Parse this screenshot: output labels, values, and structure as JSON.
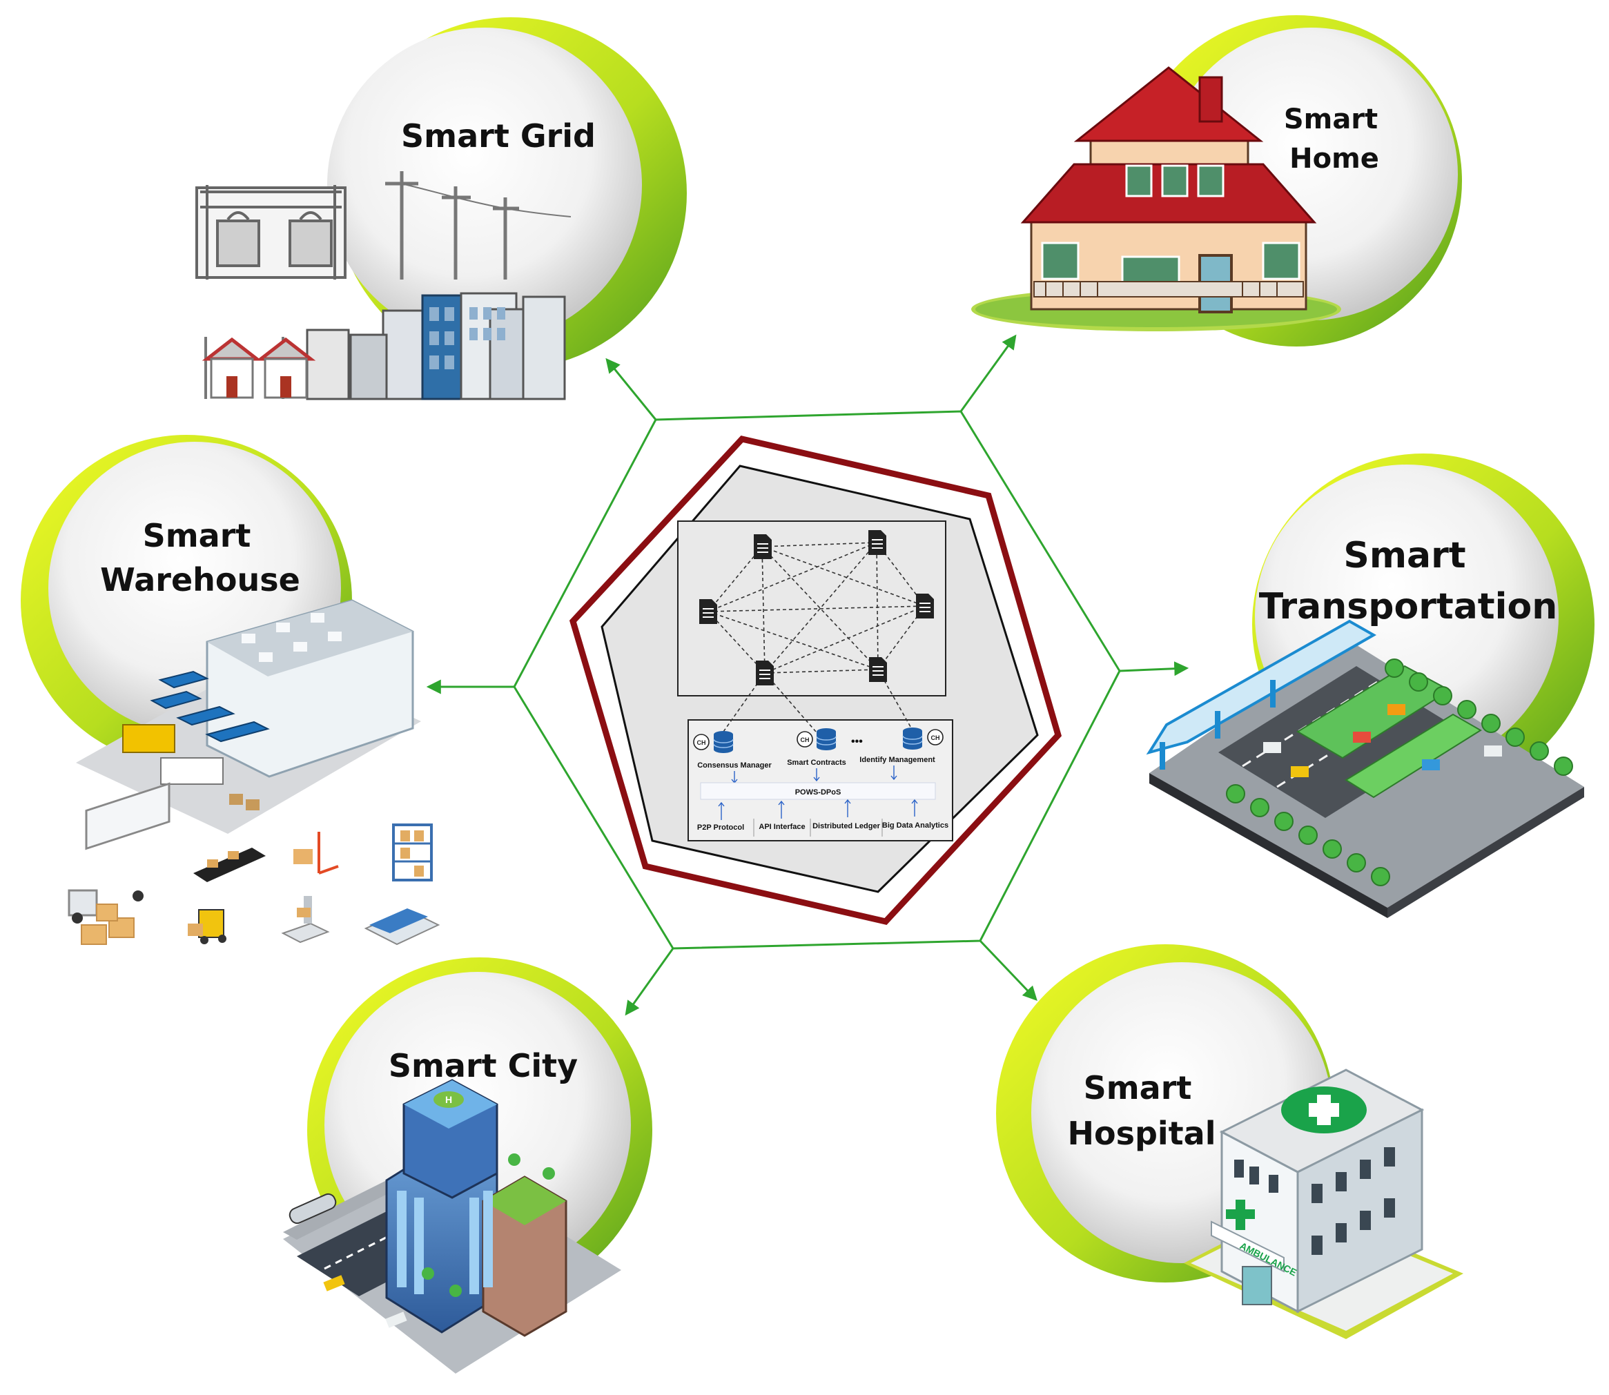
{
  "hubs": [
    {
      "id": "grid",
      "lines": [
        "Smart Grid"
      ]
    },
    {
      "id": "home",
      "lines": [
        "Smart",
        "Home"
      ]
    },
    {
      "id": "warehouse",
      "lines": [
        "Smart",
        "Warehouse"
      ]
    },
    {
      "id": "transportation",
      "lines": [
        "Smart",
        "Transportation"
      ]
    },
    {
      "id": "city",
      "lines": [
        "Smart City"
      ]
    },
    {
      "id": "hospital",
      "lines": [
        "Smart",
        "Hospital"
      ]
    }
  ],
  "architecture": {
    "node_ch_label": "CH",
    "ellipsis": "•••",
    "services": [
      "Consensus Manager",
      "Smart Contracts",
      "Identify Management"
    ],
    "consensus": "POWS-DPoS",
    "layers": [
      "P2P Protocol",
      "API Interface",
      "Distributed Ledger",
      "Big Data Analytics"
    ]
  },
  "misc": {
    "ambulance_sign": "AMBULANCE",
    "helipad_letter": "H"
  },
  "colors": {
    "ring_light": "#e8f51a",
    "ring_dark": "#5aa71f",
    "connector": "#2ea52e",
    "outer_hexagon": "#8b0e12",
    "panel_fill": "#e4e4e4",
    "roof_red": "#b81d24",
    "hospital_cross": "#1aa34a"
  }
}
